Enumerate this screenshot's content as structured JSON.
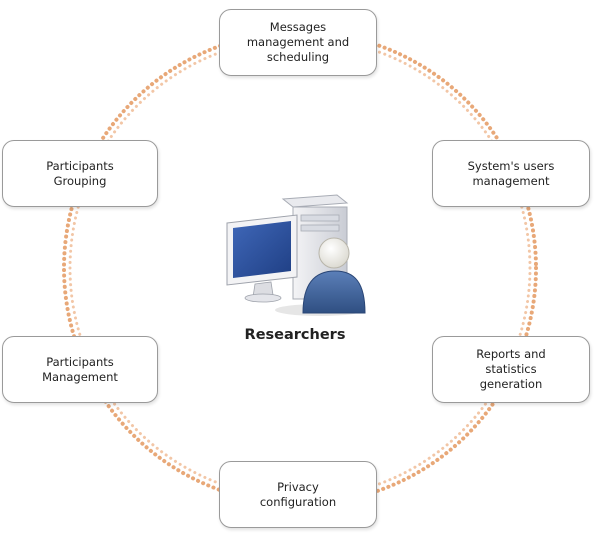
{
  "center": {
    "label": "Researchers",
    "icon": "researcher-computer-icon"
  },
  "nodes": [
    {
      "id": "messages",
      "label": "Messages\nmanagement and\nscheduling"
    },
    {
      "id": "users",
      "label": "System's users\nmanagement"
    },
    {
      "id": "reports",
      "label": "Reports and\nstatistics\ngeneration"
    },
    {
      "id": "privacy",
      "label": "Privacy\nconfiguration"
    },
    {
      "id": "participants-management",
      "label": "Participants\nManagement"
    },
    {
      "id": "participants-grouping",
      "label": "Participants\nGrouping"
    }
  ],
  "colors": {
    "ring": "#e8a878",
    "node_border": "#9a9a9a",
    "monitor_screen": "#1f3f84",
    "person_body": "#3d5f95"
  }
}
